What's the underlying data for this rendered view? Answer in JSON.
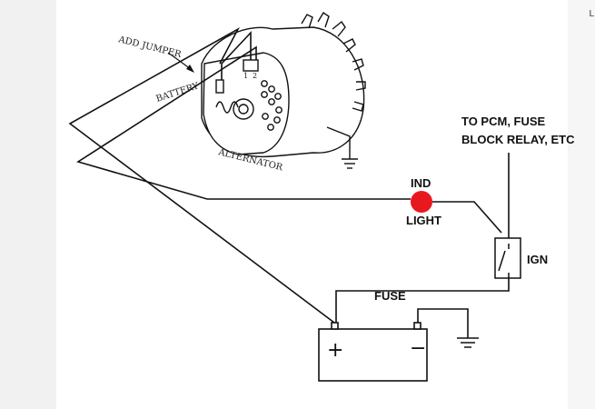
{
  "labels": {
    "add_jumper": "ADD JUMPER",
    "battery_wire": "BATTERY",
    "alternator": "ALTERNATOR",
    "to_pcm_line1": "TO PCM, FUSE",
    "to_pcm_line2": "BLOCK RELAY, ETC",
    "ind": "IND",
    "light": "LIGHT",
    "ign": "IGN",
    "fuse": "FUSE",
    "battery_plus": "+",
    "battery_minus": "−",
    "terminal_1": "1",
    "terminal_2": "2",
    "corner_mark": "L"
  },
  "colors": {
    "wire": "#111111",
    "indicator_light": "#e8191e"
  },
  "icons": {
    "ground": "ground-symbol-icon",
    "switch": "ignition-switch-icon",
    "lamp": "indicator-lamp-icon"
  }
}
